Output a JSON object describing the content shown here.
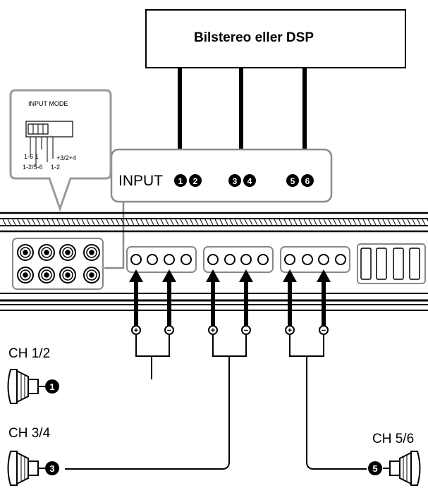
{
  "source": {
    "label": "Bilstereo eller DSP"
  },
  "input": {
    "label": "INPUT",
    "badges": [
      "1",
      "2",
      "3",
      "4",
      "5",
      "6"
    ]
  },
  "input_mode": {
    "title": "INPUT MODE",
    "options": [
      "1-6 1",
      "1-2/5-6",
      "1-2",
      "+3/2+4"
    ]
  },
  "polarity": {
    "plus": "+",
    "minus": "−"
  },
  "channels": [
    {
      "label": "CH 1/2",
      "badge": "1"
    },
    {
      "label": "CH 3/4",
      "badge": "3"
    },
    {
      "label": "CH 5/6",
      "badge": "5"
    }
  ]
}
